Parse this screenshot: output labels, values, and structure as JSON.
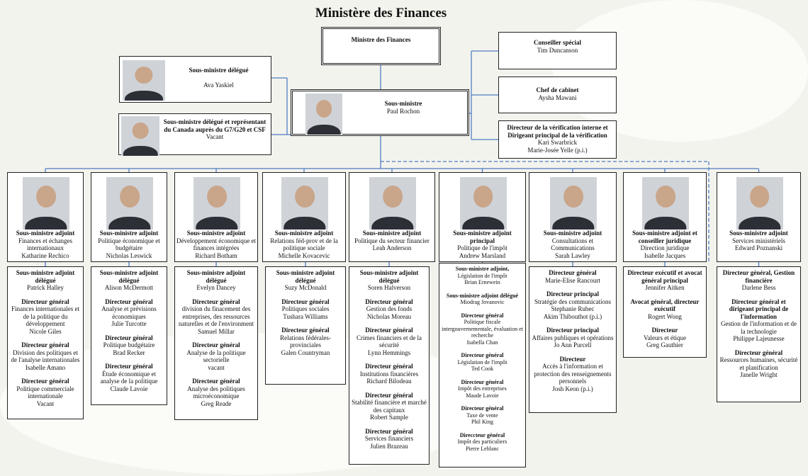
{
  "title": "Ministère des Finances",
  "colors": {
    "line": "#4f7cc2",
    "border": "#222222",
    "background": "#f3f3ee"
  },
  "minister": {
    "sections": [
      {
        "title": "Ministre des Finances",
        "lines": []
      }
    ]
  },
  "associate1": {
    "sections": [
      {
        "title": "Sous-ministre délégué",
        "lines": [
          "",
          "Ava Yaskiel"
        ]
      }
    ]
  },
  "associate2": {
    "sections": [
      {
        "title": "Sous-ministre délégué et représentant du Canada auprès du G7/G20 et CSF",
        "lines": [
          "Vacant"
        ]
      }
    ]
  },
  "deputy": {
    "sections": [
      {
        "title": "Sous-ministre",
        "lines": [
          "Paul Rochon"
        ]
      }
    ]
  },
  "advisor": {
    "sections": [
      {
        "title": "Conseiller spécial",
        "lines": [
          "Tim Duncanson"
        ]
      }
    ]
  },
  "chief": {
    "sections": [
      {
        "title": "Chef de cabinet",
        "lines": [
          "Aysha Mawani"
        ]
      }
    ]
  },
  "audit": {
    "sections": [
      {
        "title": "Directeur de la vérification interne et Dirigeant principal de la vérification",
        "lines": [
          "Kari Swarbrick",
          "Marie-Josée Yelle (p.i.)"
        ]
      }
    ]
  },
  "adms": [
    {
      "sections": [
        {
          "title": "Sous-ministre adjoint",
          "lines": [
            "Finances et échanges internationaux",
            "Katharine Rechico"
          ]
        }
      ]
    },
    {
      "sections": [
        {
          "title": "Sous-ministre adjoint",
          "lines": [
            "Politique économique et budgétaire",
            "Nicholas Leswick"
          ]
        }
      ]
    },
    {
      "sections": [
        {
          "title": "Sous-ministre adjoint",
          "lines": [
            "Développement économique et finances intégrées",
            "Richard Botham"
          ]
        }
      ]
    },
    {
      "sections": [
        {
          "title": "Sous-ministre adjoint",
          "lines": [
            "Relations féd-prov et de la politique sociale",
            "Michelle Kovacevic"
          ]
        }
      ]
    },
    {
      "sections": [
        {
          "title": "Sous-ministre adjoint",
          "lines": [
            "Politique du secteur financier",
            "Leah Anderson"
          ]
        }
      ]
    },
    {
      "sections": [
        {
          "title": "Sous-ministre adjoint principal",
          "lines": [
            "Politique de l'impôt",
            "Andrew Marsland"
          ]
        }
      ]
    },
    {
      "sections": [
        {
          "title": "Sous-ministre adjoint",
          "lines": [
            "Consultations et Communications",
            "Sarah Lawley"
          ]
        }
      ]
    },
    {
      "sections": [
        {
          "title": "Sous-ministre adjoint et conseiller juridique",
          "lines": [
            "Direction juridique",
            "Isabelle Jacques"
          ]
        }
      ]
    },
    {
      "sections": [
        {
          "title": "Sous-ministre adjoint",
          "lines": [
            "Services ministériels",
            "Edward Poznanski"
          ]
        }
      ]
    }
  ],
  "branches": [
    {
      "sections": [
        {
          "title": "Sous-ministre adjoint délégué",
          "lines": [
            "Patrick Halley"
          ]
        },
        {
          "title": "Directeur général",
          "lines": [
            "Finances internationales et de la politique du développement",
            "Nicole Giles"
          ]
        },
        {
          "title": "Directeur général",
          "lines": [
            "Division des politiques et de l'analyse internationales",
            "Isabelle Amano"
          ]
        },
        {
          "title": "Directeur général",
          "lines": [
            "Politique commerciale internationale",
            "Vacant"
          ]
        }
      ]
    },
    {
      "sections": [
        {
          "title": "Sous-ministre adjoint délégué",
          "lines": [
            "Alison McDermott"
          ]
        },
        {
          "title": "Directeur général",
          "lines": [
            "Analyse et prévisions économiques",
            "Julie Turcotte"
          ]
        },
        {
          "title": "Directeur général",
          "lines": [
            "Politique budgétaire",
            "Brad Recker"
          ]
        },
        {
          "title": "Directeur général",
          "lines": [
            "Étude économique et analyse de la politique",
            "Claude Lavoie"
          ]
        }
      ]
    },
    {
      "sections": [
        {
          "title": "Sous-ministre adjoint délégué",
          "lines": [
            "Evelyn Dancey"
          ]
        },
        {
          "title": "Directeur général",
          "lines": [
            "division du finacement des entreprises, des ressources naturelles et de l'environment",
            "Samuel Millar"
          ]
        },
        {
          "title": "Directeur général",
          "lines": [
            "Analyse de la politique sectorielle",
            "vacant"
          ]
        },
        {
          "title": "Directeur général",
          "lines": [
            "Analyse des politiques microéconomique",
            "Greg Reade"
          ]
        }
      ]
    },
    {
      "sections": [
        {
          "title": "Sous-ministre adjoint délégué",
          "lines": [
            "Suzy McDonald"
          ]
        },
        {
          "title": "Directeur général",
          "lines": [
            "Politiques sociales",
            "Tushara Williams"
          ]
        },
        {
          "title": "Directeur général",
          "lines": [
            "Relations fédérales-provinciales",
            "Galen Countryman"
          ]
        }
      ]
    },
    {
      "sections": [
        {
          "title": "Sous-ministre adjoint délégué",
          "lines": [
            "Soren Halverson"
          ]
        },
        {
          "title": "Directeur général",
          "lines": [
            "Gestion des fonds",
            "Nicholas Moreau"
          ]
        },
        {
          "title": "Directeur général",
          "lines": [
            "Crimes financiers et de la sécurité",
            "Lynn Hemmings"
          ]
        },
        {
          "title": "Directeur général",
          "lines": [
            "Institutions financières",
            "Richard Bilodeau"
          ]
        },
        {
          "title": "Directeur général",
          "lines": [
            "Stabilité financière et marché des capitaux",
            "Robert Sample"
          ]
        },
        {
          "title": "Directeur général",
          "lines": [
            "Services financiers",
            "Julien Brazeau"
          ]
        }
      ]
    },
    {
      "sections": [
        {
          "title": "Sous-ministre adjoint,",
          "lines": [
            "Législation de l'impôt",
            "Brian Ernewein"
          ]
        },
        {
          "title": "Sous-ministre adjoint délégué",
          "lines": [
            "Miodrag Jovanovic"
          ]
        },
        {
          "title": "Directeur général",
          "lines": [
            "Politique fiscale intergouvernementale, évaluation et recherche",
            "Isabella Chan"
          ]
        },
        {
          "title": "Directeur général",
          "lines": [
            "Législation de l'impôt",
            "Ted Cook"
          ]
        },
        {
          "title": "Directeur général",
          "lines": [
            "Impôt des entreprises",
            "Maude Lavoie"
          ]
        },
        {
          "title": "Directeur général",
          "lines": [
            "Taxe de vente",
            "Phil King"
          ]
        },
        {
          "title": "Direccteur général",
          "lines": [
            "Impôt des particuliers",
            "Pierre Leblanc"
          ]
        }
      ]
    },
    {
      "sections": [
        {
          "title": "Directeur général",
          "lines": [
            "Marie-Elise Rancourt"
          ]
        },
        {
          "title": "Directeur principal",
          "lines": [
            "Stratégie des communications",
            "Stephanie Rubec",
            "Akim Thibouthot (p.i.)"
          ]
        },
        {
          "title": "Directeur principal",
          "lines": [
            "Affaires publiques et opérations",
            "Jo Ann Purcell"
          ]
        },
        {
          "title": "Directeur",
          "lines": [
            "Accès à l'information et protection des renseignements personnels",
            "Josh Keon (p.i.)"
          ]
        }
      ]
    },
    {
      "sections": [
        {
          "title": "Directeur exécutif et avocat général principal",
          "lines": [
            "Jennifer Aitken"
          ]
        },
        {
          "title": "Avocat général, directeur exécutif",
          "lines": [
            "Rogert Wong"
          ]
        },
        {
          "title": "Directeur",
          "lines": [
            "Valeurs et étique",
            "Greg Gauthier"
          ]
        }
      ]
    },
    {
      "sections": [
        {
          "title": "Directeur général, Gestion financière",
          "lines": [
            "Darlene Bess"
          ]
        },
        {
          "title": "Directeur général et dirigeant principal de l'information",
          "lines": [
            "Gestion de l'information et de la technologie",
            "Philippe Lajeunesse"
          ]
        },
        {
          "title": "Directeur général",
          "lines": [
            "Ressources humaines, sécurité et planification",
            "Janelle Wright"
          ]
        }
      ]
    }
  ]
}
